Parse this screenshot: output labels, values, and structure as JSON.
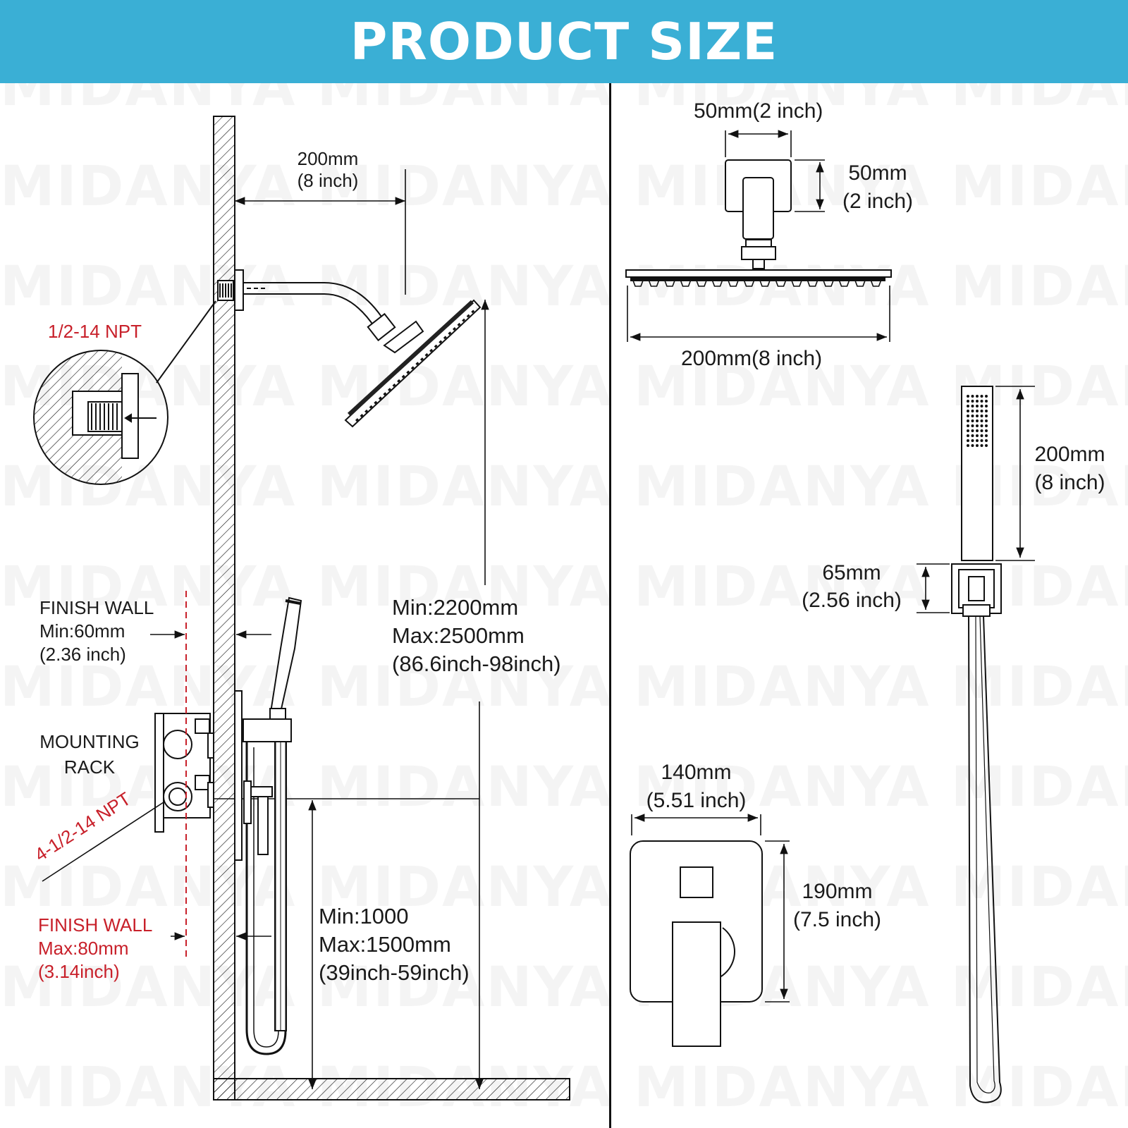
{
  "title": "PRODUCT SIZE",
  "watermark": "MIDANYA",
  "colors": {
    "banner": "#3aafd5",
    "accent_red": "#c8202a",
    "line": "#111111"
  },
  "left_panel": {
    "arm_length": [
      "200mm",
      "(8 inch)"
    ],
    "npt_top": "1/2-14 NPT",
    "finish_wall_min": [
      "FINISH WALL",
      "Min:60mm",
      "(2.36 inch)"
    ],
    "mounting_rack": [
      "MOUNTING",
      "RACK"
    ],
    "npt_bottom": "4-1/2-14 NPT",
    "finish_wall_max": [
      "FINISH WALL",
      "Max:80mm",
      "(3.14inch)"
    ],
    "shower_height": [
      "Min:2200mm",
      "Max:2500mm",
      "(86.6inch-98inch)"
    ],
    "valve_height": [
      "Min:1000",
      "Max:1500mm",
      "(39inch-59inch)"
    ]
  },
  "right_panel": {
    "flange_width": "50mm(2 inch)",
    "flange_height": [
      "50mm",
      "(2 inch)"
    ],
    "head_width": "200mm(8 inch)",
    "handheld_length": [
      "200mm",
      "(8 inch)"
    ],
    "holder_height": [
      "65mm",
      "(2.56 inch)"
    ],
    "trim_width": [
      "140mm",
      "(5.51 inch)"
    ],
    "trim_height": [
      "190mm",
      "(7.5 inch)"
    ]
  },
  "icons": [
    "shower-head-icon",
    "handheld-shower-icon",
    "valve-trim-icon",
    "hose-icon"
  ]
}
